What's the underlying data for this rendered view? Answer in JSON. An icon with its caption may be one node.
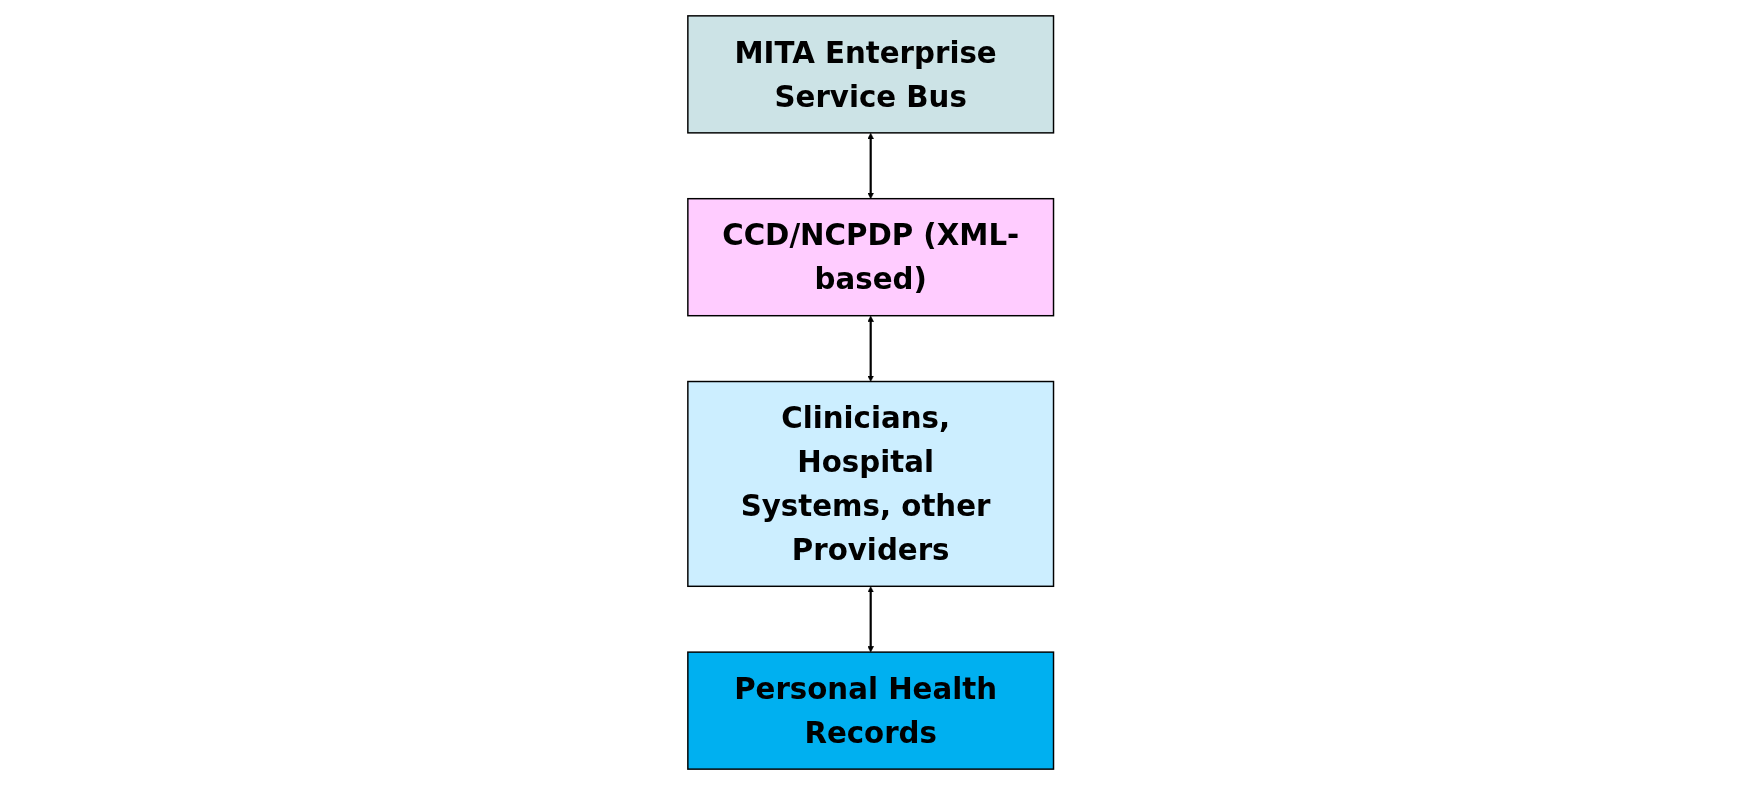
{
  "diagram": {
    "nodes": [
      {
        "text": [
          "MITA Enterprise Service Bus"
        ]
      },
      {
        "text": [
          "CCD/NCPDP (XML-based)"
        ]
      },
      {
        "text": [
          "Personal Health Records"
        ]
      },
      {
        "text": [
          "Clinicians, Hospital Systems, other Providers"
        ]
      }
    ],
    "edges": [
      {
        "from": 0,
        "to": 1,
        "arrow": "both"
      },
      {
        "from": 1,
        "to": 3,
        "arrow": "both"
      },
      {
        "from": 3,
        "to": 2,
        "arrow": "both"
      }
    ]
  }
}
